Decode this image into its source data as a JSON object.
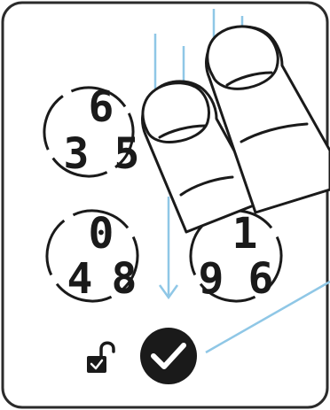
{
  "keypads": [
    {
      "name": "keypad-top-left",
      "digits": [
        "6",
        "3",
        "5"
      ]
    },
    {
      "name": "keypad-bottom-left",
      "digits": [
        "0",
        "4",
        "8"
      ]
    },
    {
      "name": "keypad-bottom-right",
      "digits": [
        "1",
        "9",
        "6"
      ]
    }
  ],
  "icons": {
    "lock": "unlocked-padlock-icon",
    "confirm": "checkmark-icon",
    "fingers": "finger-icon"
  },
  "colors": {
    "frame": "#2b2b2b",
    "guide_lines": "#8fc7e6",
    "ink": "#1a1a1a",
    "confirm_fill": "#1a1a1a",
    "confirm_check": "#ffffff"
  }
}
